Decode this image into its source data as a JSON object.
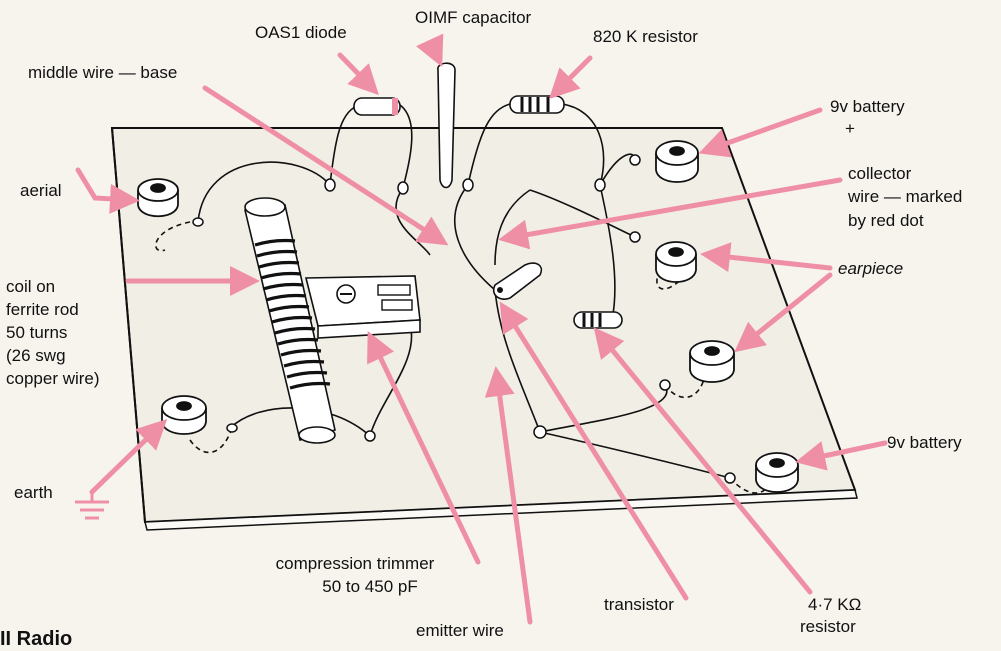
{
  "labels": {
    "oas1_diode": "OAS1 diode",
    "capacitor": "OIMF capacitor",
    "resistor_820k": "820 K resistor",
    "middle_wire": "middle wire — base",
    "battery_plus": "9v battery",
    "battery_plus_sign": "+",
    "collector_line1": "collector",
    "collector_line2": "wire — marked",
    "collector_line3": "by red dot",
    "aerial": "aerial",
    "earpiece": "earpiece",
    "coil_line1": "coil on",
    "coil_line2": "ferrite rod",
    "coil_line3": "50 turns",
    "coil_line4": "(26 swg",
    "coil_line5": "copper wire)",
    "battery_minus": "9v battery",
    "earth": "earth",
    "trimmer_line1": "compression trimmer",
    "trimmer_line2": "50 to 450 pF",
    "transistor": "transistor",
    "resistor_4k7_line1": "4·7 KΩ",
    "resistor_4k7_line2": "resistor",
    "emitter_wire": "emitter wire",
    "page_heading_fragment": "II Radio"
  },
  "colors": {
    "arrow": "#ef8fa6",
    "board_top": "#f1eee6",
    "board_edge": "#ffffff",
    "ink": "#111111",
    "paper": "#f7f4ee"
  }
}
